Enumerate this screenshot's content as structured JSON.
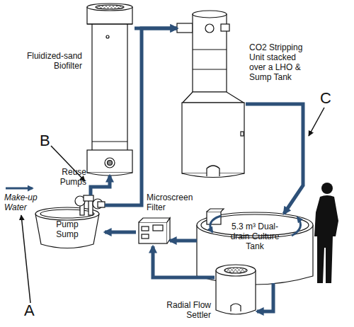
{
  "diagram": {
    "nodes": [
      {
        "text": [
          "Fluidized-sand Biofilter"
        ]
      },
      {
        "text": [
          "CO2 Stripping Unit stacked over a LHO & Sump Tank"
        ]
      },
      {
        "text": [
          "Reuse Pumps",
          "Pump Sump"
        ]
      },
      {
        "text": [
          "Microscreen Filter"
        ]
      },
      {
        "text": [
          "5.3 m³ Dual-drain Culture Tank"
        ]
      },
      {
        "text": [
          "Radial Flow Settler"
        ]
      }
    ],
    "edges": [
      {
        "from": 0,
        "to": 1,
        "arrow": "to"
      },
      {
        "from": 2,
        "to": 0,
        "arrow": "to"
      },
      {
        "from": 2,
        "to": 1,
        "arrow": "to"
      },
      {
        "from": 1,
        "to": 4,
        "arrow": "to"
      },
      {
        "from": 4,
        "to": 3,
        "arrow": "to"
      },
      {
        "from": 4,
        "to": 5,
        "arrow": "to"
      },
      {
        "from": 5,
        "to": 3,
        "arrow": "to"
      },
      {
        "from": 3,
        "to": 2,
        "arrow": "to"
      }
    ],
    "labels": [
      "A",
      "B",
      "C",
      "Make-up Water"
    ]
  }
}
